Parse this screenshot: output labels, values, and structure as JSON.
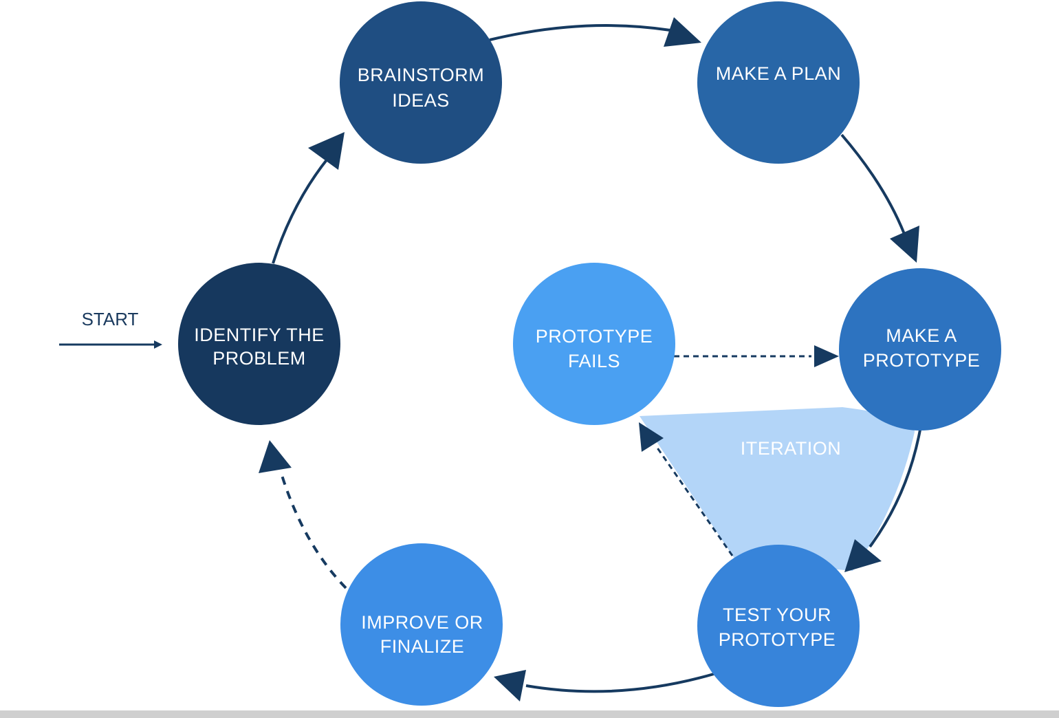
{
  "start_label": "START",
  "iteration_label": "ITERATION",
  "nodes": {
    "identify": {
      "line1": "IDENTIFY THE",
      "line2": "PROBLEM",
      "color": "#16385e"
    },
    "brainstorm": {
      "line1": "BRAINSTORM",
      "line2": "IDEAS",
      "color": "#1f4e82"
    },
    "plan": {
      "line1": "MAKE A PLAN",
      "line2": "",
      "color": "#2866a7"
    },
    "make_prototype": {
      "line1": "MAKE A",
      "line2": "PROTOTYPE",
      "color": "#2d73c0"
    },
    "test": {
      "line1": "TEST YOUR",
      "line2": "PROTOTYPE",
      "color": "#3784da"
    },
    "improve": {
      "line1": "IMPROVE OR",
      "line2": "FINALIZE",
      "color": "#3d8ee6"
    },
    "fails": {
      "line1": "PROTOTYPE",
      "line2": "FAILS",
      "color": "#4aa0f2"
    }
  },
  "colors": {
    "arrow": "#163a60",
    "iteration_fill": "#b3d5f8"
  }
}
